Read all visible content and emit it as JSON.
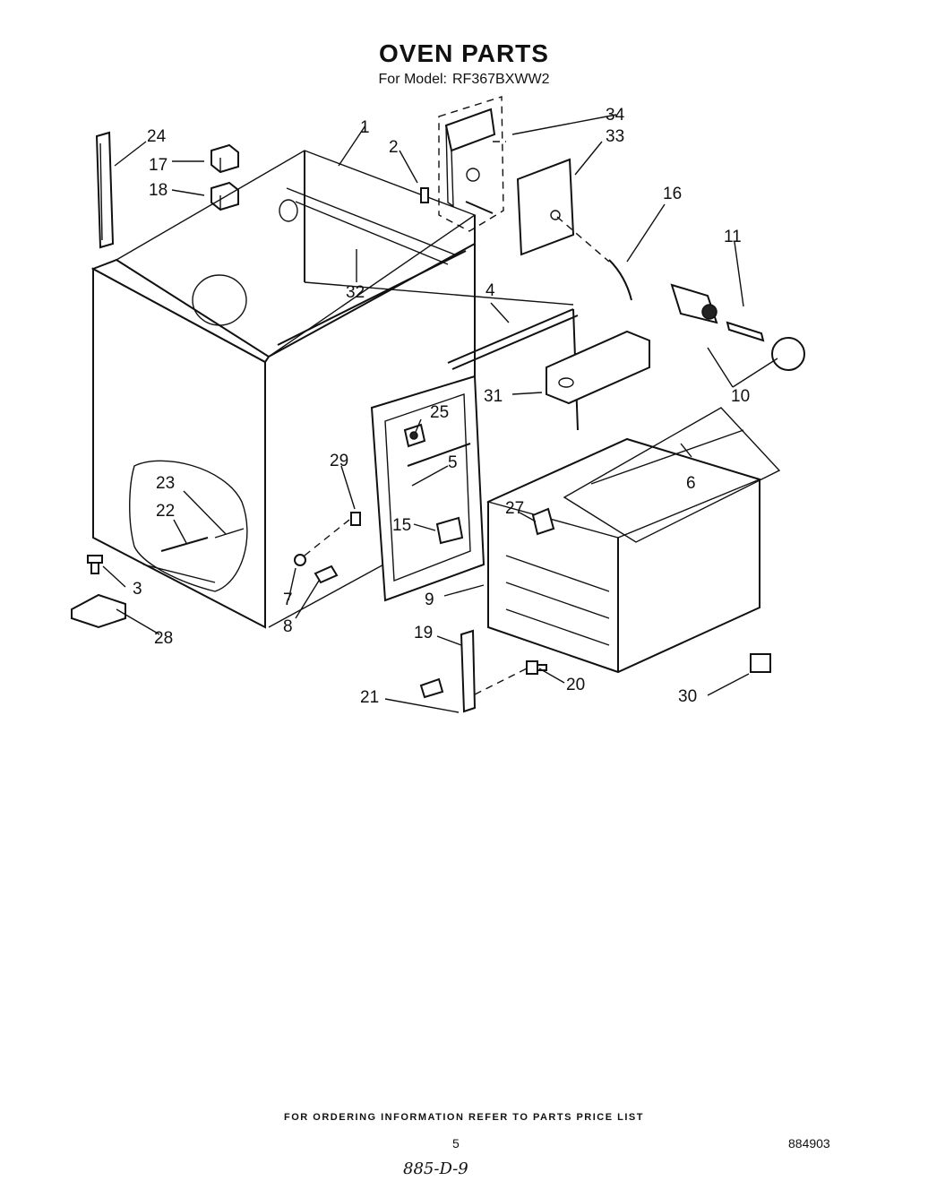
{
  "title": "OVEN PARTS",
  "subtitle": {
    "prefix": "For Model:",
    "model": "RF367BXWW2"
  },
  "callouts": [
    {
      "id": "c1",
      "label": "1"
    },
    {
      "id": "c2",
      "label": "2"
    },
    {
      "id": "c3",
      "label": "3"
    },
    {
      "id": "c4",
      "label": "4"
    },
    {
      "id": "c5",
      "label": "5"
    },
    {
      "id": "c6",
      "label": "6"
    },
    {
      "id": "c7",
      "label": "7"
    },
    {
      "id": "c8",
      "label": "8"
    },
    {
      "id": "c9",
      "label": "9"
    },
    {
      "id": "c10",
      "label": "10"
    },
    {
      "id": "c11",
      "label": "11"
    },
    {
      "id": "c15",
      "label": "15"
    },
    {
      "id": "c16",
      "label": "16"
    },
    {
      "id": "c17",
      "label": "17"
    },
    {
      "id": "c18",
      "label": "18"
    },
    {
      "id": "c19",
      "label": "19"
    },
    {
      "id": "c20",
      "label": "20"
    },
    {
      "id": "c21",
      "label": "21"
    },
    {
      "id": "c22",
      "label": "22"
    },
    {
      "id": "c23",
      "label": "23"
    },
    {
      "id": "c24",
      "label": "24"
    },
    {
      "id": "c25",
      "label": "25"
    },
    {
      "id": "c27",
      "label": "27"
    },
    {
      "id": "c28",
      "label": "28"
    },
    {
      "id": "c29",
      "label": "29"
    },
    {
      "id": "c30",
      "label": "30"
    },
    {
      "id": "c31",
      "label": "31"
    },
    {
      "id": "c32",
      "label": "32"
    },
    {
      "id": "c33",
      "label": "33"
    },
    {
      "id": "c34",
      "label": "34"
    }
  ],
  "footer": "FOR ORDERING INFORMATION REFER TO PARTS PRICE LIST",
  "page_number": "5",
  "document_number": "884903",
  "handwritten_note": "885-D-9"
}
